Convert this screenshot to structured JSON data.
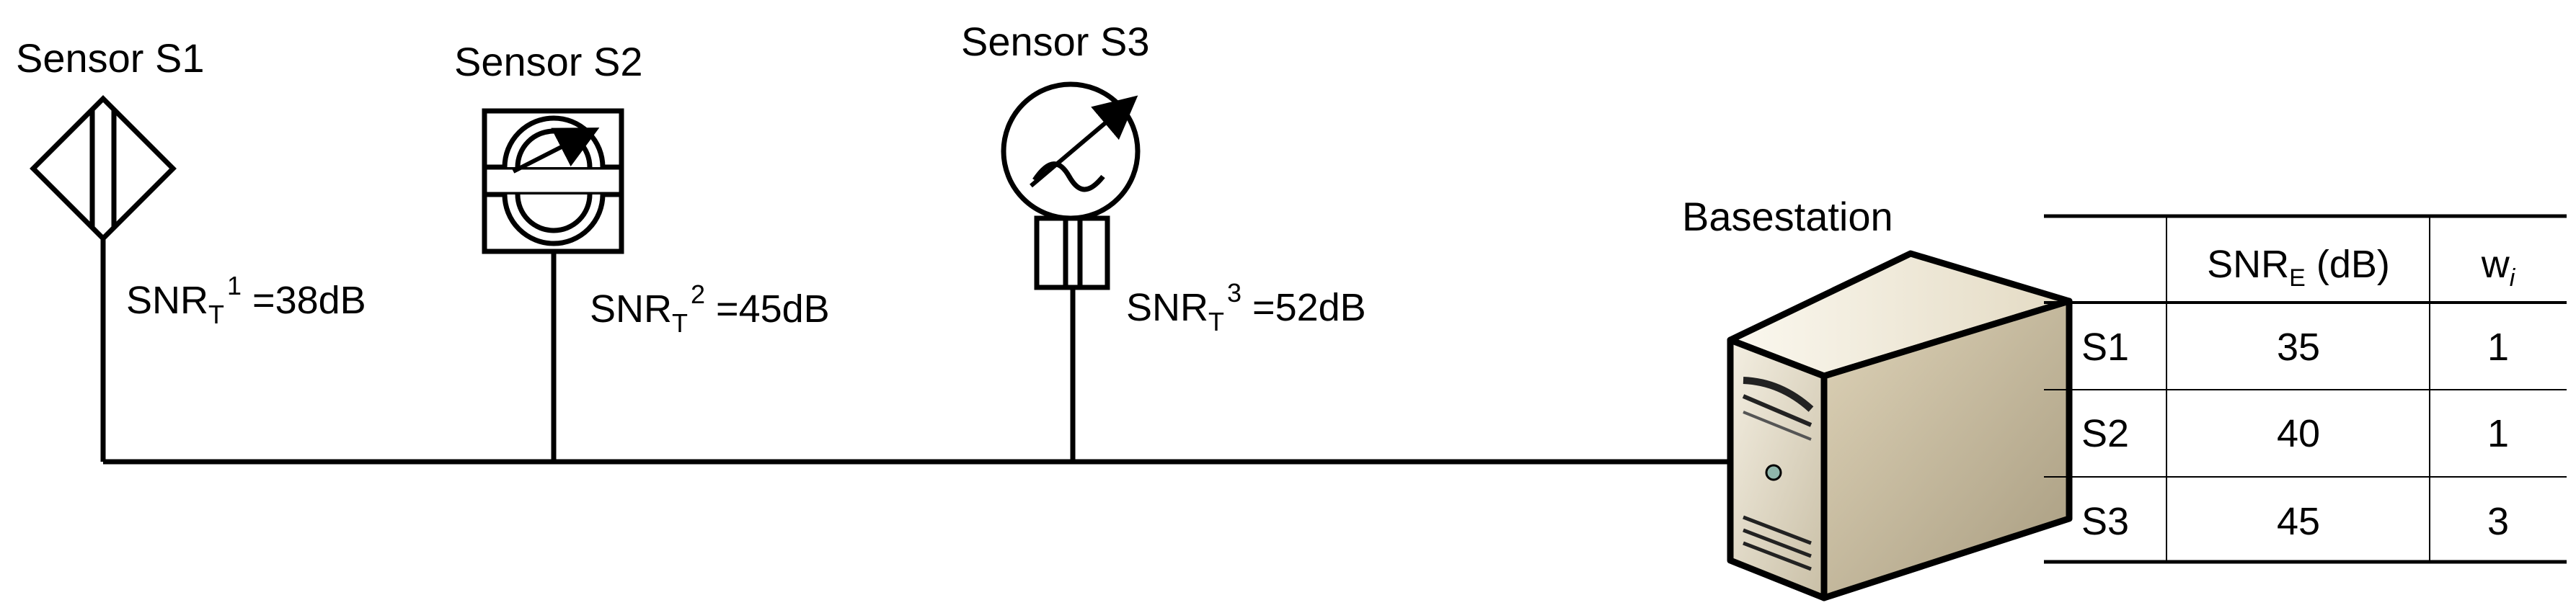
{
  "sensors": [
    {
      "title": "Sensor S1",
      "snr_base": "SNR",
      "snr_sub": "T",
      "snr_sup": "1",
      "snr_value": " =38dB"
    },
    {
      "title": "Sensor S2",
      "snr_base": "SNR",
      "snr_sub": "T",
      "snr_sup": "2",
      "snr_value": " =45dB"
    },
    {
      "title": "Sensor S3",
      "snr_base": "SNR",
      "snr_sub": "T",
      "snr_sup": "3",
      "snr_value": " =52dB"
    }
  ],
  "basestation": {
    "title": "Basestation"
  },
  "table": {
    "header": {
      "col1": "",
      "col2_base": "SNR",
      "col2_sub": "E",
      "col2_unit": " (dB)",
      "col3_base": "w",
      "col3_sub": "i"
    },
    "rows": [
      {
        "sensor": "S1",
        "snr_e": "35",
        "w": "1"
      },
      {
        "sensor": "S2",
        "snr_e": "40",
        "w": "1"
      },
      {
        "sensor": "S3",
        "snr_e": "45",
        "w": "3"
      }
    ]
  }
}
